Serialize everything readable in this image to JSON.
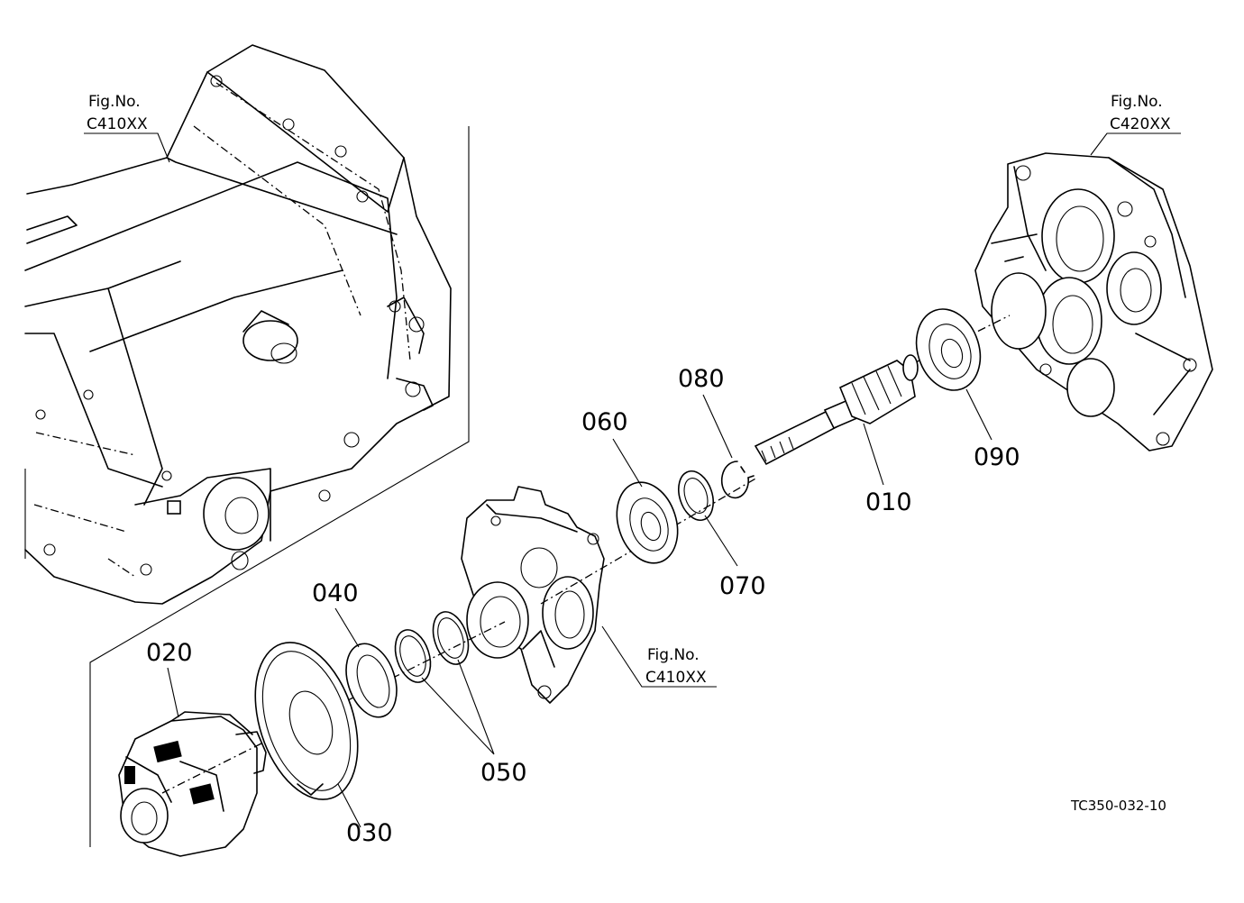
{
  "callouts": {
    "p010": "010",
    "p020": "020",
    "p030": "030",
    "p040": "040",
    "p050": "050",
    "p060": "060",
    "p070": "070",
    "p080": "080",
    "p090": "090"
  },
  "fig_refs": {
    "top_left": {
      "line1": "Fig.No.",
      "line2": "C410XX"
    },
    "top_right": {
      "line1": "Fig.No.",
      "line2": "C420XX"
    },
    "middle": {
      "line1": "Fig.No.",
      "line2": "C410XX"
    }
  },
  "drawing_code": "TC350-032-10"
}
